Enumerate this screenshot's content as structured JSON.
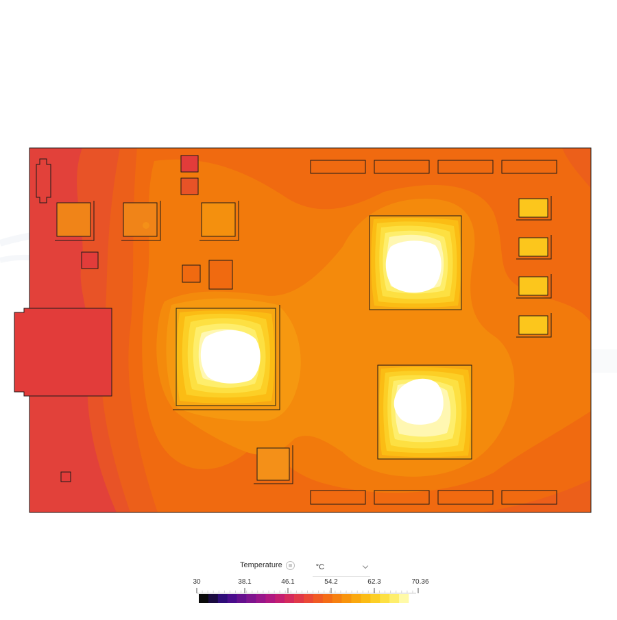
{
  "legend": {
    "quantity": "Temperature",
    "unit": "°C",
    "ticks": [
      "30",
      "38.1",
      "46.1",
      "54.2",
      "62.3",
      "70.36"
    ],
    "min": 30,
    "max": 70.36
  },
  "colors": {
    "board_cool": "#e2413a",
    "board_mid": "#f06a10",
    "board_warm": "#f48a0c",
    "hot_core": "#ffffff",
    "outline": "#1a1a1a"
  },
  "colorbar": [
    "#0a0a0a",
    "#1a0a40",
    "#2e0c78",
    "#4a0c8c",
    "#65108e",
    "#7e148e",
    "#98168a",
    "#b01880",
    "#c41e70",
    "#d42a5c",
    "#e03848",
    "#ea4836",
    "#f05a24",
    "#f46c16",
    "#f68010",
    "#f8940c",
    "#faa80e",
    "#fbbc14",
    "#fccf26",
    "#fde042",
    "#feee6c",
    "#fffaa8"
  ]
}
